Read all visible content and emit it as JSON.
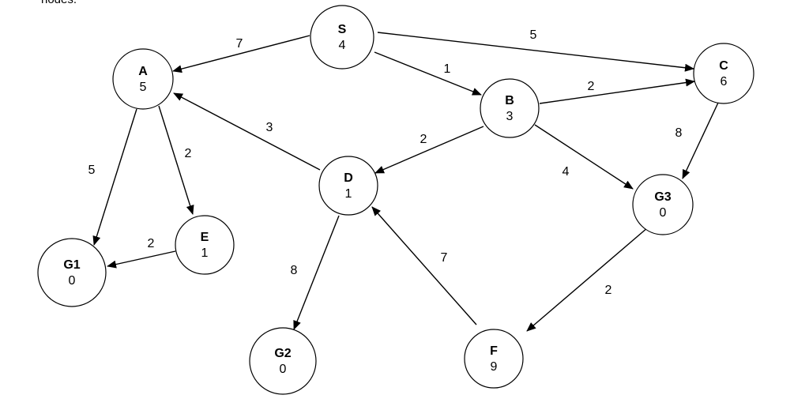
{
  "caption_fragment": "nodes.",
  "graph": {
    "nodes": [
      {
        "id": "S",
        "name": "S",
        "h": "4"
      },
      {
        "id": "A",
        "name": "A",
        "h": "5"
      },
      {
        "id": "B",
        "name": "B",
        "h": "3"
      },
      {
        "id": "C",
        "name": "C",
        "h": "6"
      },
      {
        "id": "D",
        "name": "D",
        "h": "1"
      },
      {
        "id": "E",
        "name": "E",
        "h": "1"
      },
      {
        "id": "G1",
        "name": "G1",
        "h": "0"
      },
      {
        "id": "G2",
        "name": "G2",
        "h": "0"
      },
      {
        "id": "G3",
        "name": "G3",
        "h": "0"
      },
      {
        "id": "F",
        "name": "F",
        "h": "9"
      }
    ],
    "edges": [
      {
        "from": "S",
        "to": "A",
        "weight": "7"
      },
      {
        "from": "S",
        "to": "B",
        "weight": "1"
      },
      {
        "from": "S",
        "to": "C",
        "weight": "5"
      },
      {
        "from": "B",
        "to": "C",
        "weight": "2"
      },
      {
        "from": "B",
        "to": "D",
        "weight": "2"
      },
      {
        "from": "B",
        "to": "G3",
        "weight": "4"
      },
      {
        "from": "C",
        "to": "G3",
        "weight": "8"
      },
      {
        "from": "D",
        "to": "A",
        "weight": "3"
      },
      {
        "from": "A",
        "to": "G1",
        "weight": "5"
      },
      {
        "from": "A",
        "to": "E",
        "weight": "2"
      },
      {
        "from": "E",
        "to": "G1",
        "weight": "2"
      },
      {
        "from": "D",
        "to": "G2",
        "weight": "8"
      },
      {
        "from": "F",
        "to": "D",
        "weight": "7"
      },
      {
        "from": "G3",
        "to": "F",
        "weight": "2"
      }
    ]
  }
}
